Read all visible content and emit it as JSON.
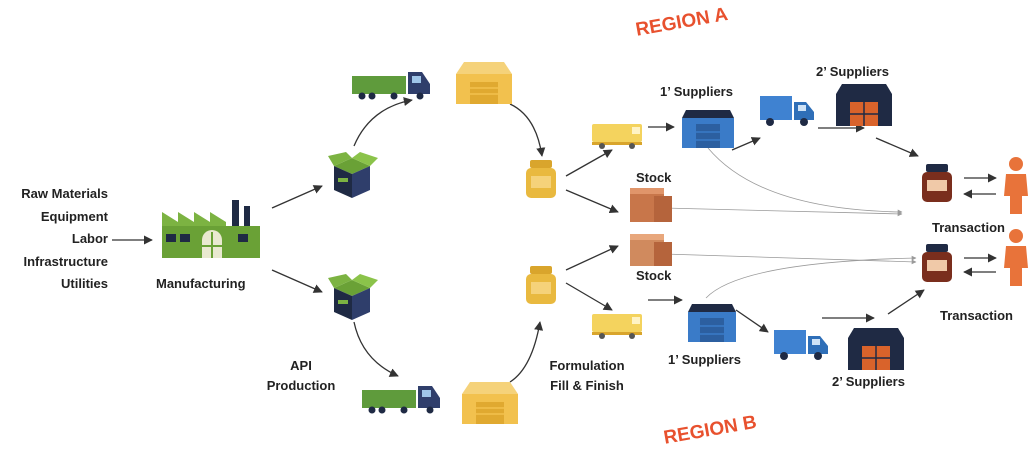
{
  "inputs": [
    "Raw Materials",
    "Equipment",
    "Labor",
    "Infrastructure",
    "Utilities"
  ],
  "labels": {
    "manufacturing": "Manufacturing",
    "api_production": [
      "API",
      "Production"
    ],
    "formulation": [
      "Formulation",
      "Fill & Finish"
    ],
    "stock_a": "Stock",
    "stock_b": "Stock",
    "suppliers1_a": "1’ Suppliers",
    "suppliers2_a": "2’ Suppliers",
    "suppliers1_b": "1’ Suppliers",
    "suppliers2_b": "2’ Suppliers",
    "transaction_a": "Transaction",
    "transaction_b": "Transaction"
  },
  "regions": {
    "a": "REGION A",
    "b": "REGION B"
  },
  "colors": {
    "region_text": "#e8512e",
    "factory_green": "#7cb342",
    "box_navy": "#2f3e6b",
    "truck_green": "#5f9b3c",
    "warehouse_yellow": "#f2c14e",
    "jar_yellow": "#e9b93f",
    "van_yellow": "#f4d35e",
    "stock_brown": "#c8764a",
    "supplier_blue": "#3a7bc8",
    "truck_blue": "#3f82d1",
    "supplier_dark": "#1f2a44",
    "supplier_orange": "#d9632b",
    "jar_brown": "#7a2e1d",
    "person_orange": "#e8733a"
  },
  "icons": [
    "factory-icon",
    "box-icon",
    "truck-icon",
    "warehouse-icon",
    "jar-icon",
    "van-icon",
    "stock-boxes-icon",
    "supplier-building-icon",
    "delivery-truck-icon",
    "medicine-jar-icon",
    "person-icon"
  ]
}
